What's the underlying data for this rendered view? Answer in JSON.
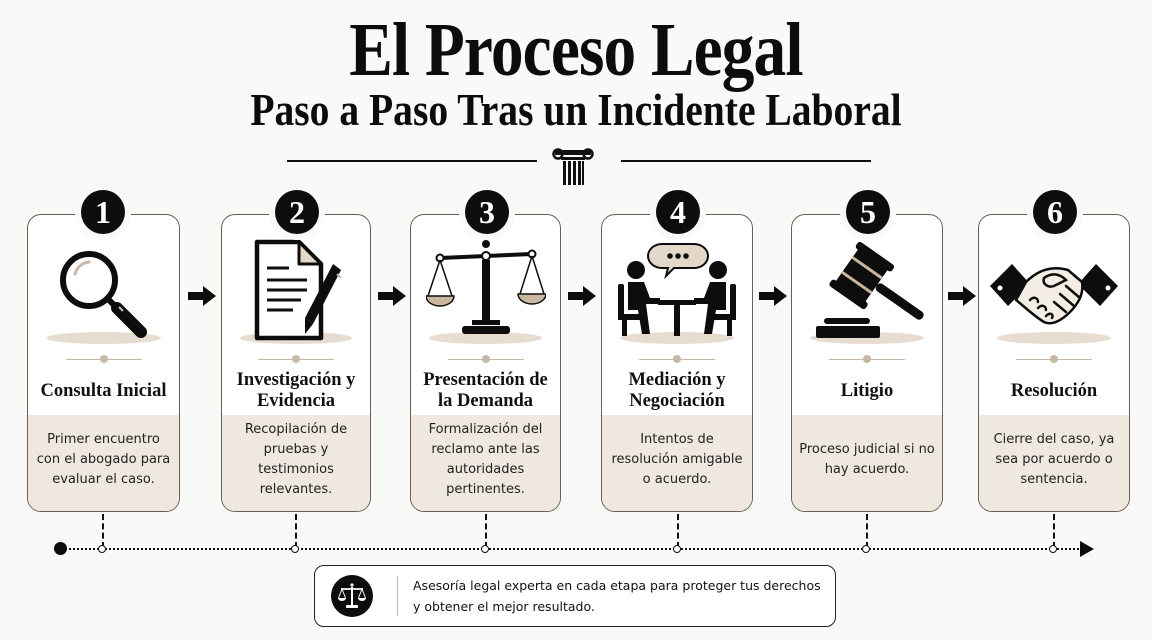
{
  "header": {
    "title": "El Proceso Legal",
    "subtitle": "Paso a Paso Tras un Incidente Laboral",
    "divider_icon": "ionic-column-icon"
  },
  "colors": {
    "background": "#f9f9f8",
    "ink": "#0d0d0d",
    "card_border": "#6b5f55",
    "card_lower": "#efe8df",
    "accent_beige": "#c7b9a6",
    "icon_shadow": "#e6ddd0"
  },
  "steps": [
    {
      "number": "1",
      "title": "Consulta Inicial",
      "description": "Primer encuentro con el abogado para evaluar el caso.",
      "icon": "magnifying-glass-icon"
    },
    {
      "number": "2",
      "title": "Investigación y Evidencia",
      "description": "Recopilación de pruebas y testimonios relevantes.",
      "icon": "document-pen-icon"
    },
    {
      "number": "3",
      "title": "Presentación de la Demanda",
      "description": "Formalización del reclamo ante las autoridades pertinentes.",
      "icon": "scales-of-justice-icon"
    },
    {
      "number": "4",
      "title": "Mediación y Negociación",
      "description": "Intentos de resolución amigable o acuerdo.",
      "icon": "meeting-people-icon"
    },
    {
      "number": "5",
      "title": "Litigio",
      "description": "Proceso judicial si no hay acuerdo.",
      "icon": "gavel-icon"
    },
    {
      "number": "6",
      "title": "Resolución",
      "description": "Cierre del caso, ya sea por acuerdo o sentencia.",
      "icon": "handshake-icon"
    }
  ],
  "footer": {
    "icon": "scales-of-justice-icon",
    "text": "Asesoría legal experta en cada etapa para proteger tus derechos y obtener el mejor resultado."
  }
}
